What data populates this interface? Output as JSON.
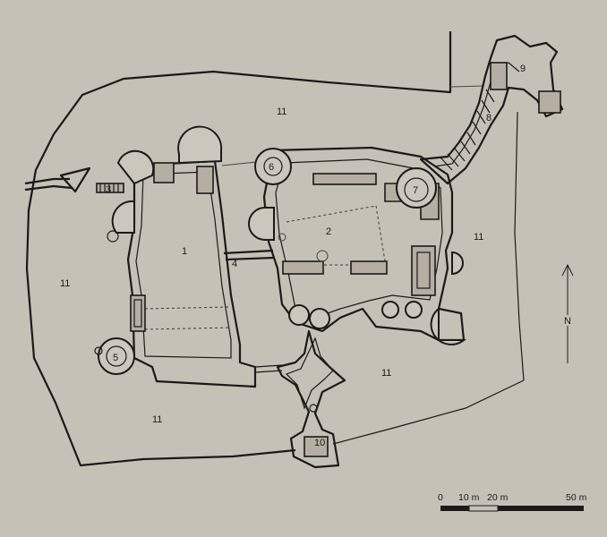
{
  "plan": {
    "labels": {
      "l1": "1",
      "l2": "2",
      "l3": "3",
      "l4": "4",
      "l5": "5",
      "l6": "6",
      "l7": "7",
      "l8": "8",
      "l9": "9",
      "l10": "10",
      "l11": "11"
    },
    "north": "N",
    "scale": {
      "t0": "0",
      "t10": "10 m",
      "t20": "20 m",
      "t50": "50 m"
    }
  }
}
